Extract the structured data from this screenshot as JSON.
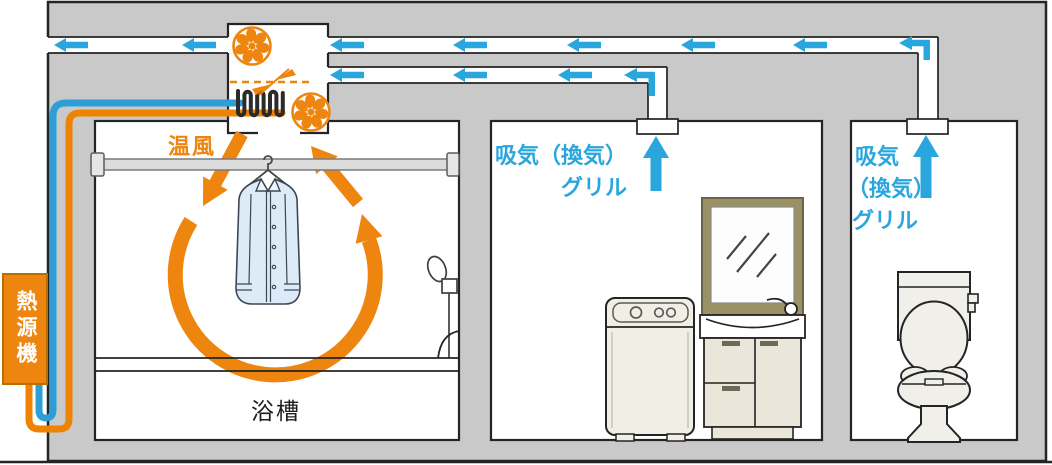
{
  "diagram": {
    "labels": {
      "warm_air": "温風",
      "heat_source_unit": "熱源機",
      "bathtub": "浴槽",
      "washroom_grill_line1": "吸気（換気）",
      "washroom_grill_line2": "グリル",
      "toilet_grill_line1": "吸気",
      "toilet_grill_line2": "（換気）",
      "toilet_grill_line3": "グリル"
    },
    "colors": {
      "wall_gray": "#c9c9c9",
      "outline_black": "#242424",
      "airflow_blue": "#2aa6de",
      "pipe_blue": "#2d9fd6",
      "pipe_orange": "#ef8200",
      "warm_orange": "#ee850f",
      "shirt_blue": "#dcebf7",
      "fixture_beige": "#f1eee5",
      "cabinet_beige": "#eae6d9",
      "mirror_frame_olive": "#9a9164",
      "toilet_white": "#f0efea"
    },
    "icons": [
      "fan-icon",
      "damper-icon",
      "heat-exchanger-coil-icon",
      "airflow-arrow-icon",
      "warm-air-arrow-icon",
      "circulation-arc-icon",
      "ceiling-grill-icon"
    ]
  }
}
